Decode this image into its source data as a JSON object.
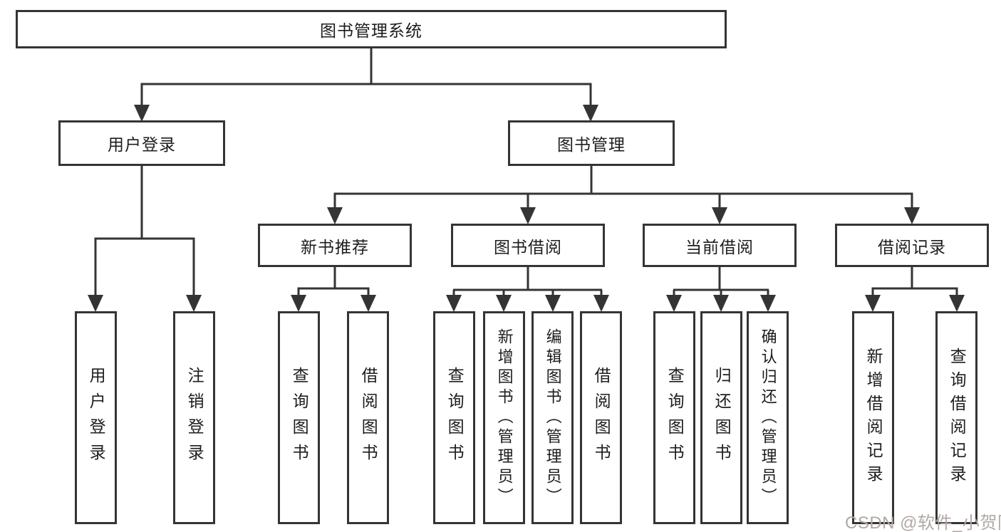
{
  "diagram_title": "图书管理系统",
  "tree": {
    "label": "图书管理系统",
    "children": [
      {
        "label": "用户登录",
        "children": [
          {
            "label": "用户登录"
          },
          {
            "label": "注销登录"
          }
        ]
      },
      {
        "label": "图书管理",
        "children": [
          {
            "label": "新书推荐",
            "children": [
              {
                "label": "查询图书"
              },
              {
                "label": "借阅图书"
              }
            ]
          },
          {
            "label": "图书借阅",
            "children": [
              {
                "label": "查询图书"
              },
              {
                "label": "新增图书（管理员）"
              },
              {
                "label": "编辑图书（管理员）"
              },
              {
                "label": "借阅图书"
              }
            ]
          },
          {
            "label": "当前借阅",
            "children": [
              {
                "label": "查询图书"
              },
              {
                "label": "归还图书"
              },
              {
                "label": "确认归还（管理员）"
              }
            ]
          },
          {
            "label": "借阅记录",
            "children": [
              {
                "label": "新增借阅记录"
              },
              {
                "label": "查询借阅记录"
              }
            ]
          }
        ]
      }
    ]
  },
  "watermark": {
    "text": "CSDN @软件_小贺同学"
  },
  "colors": {
    "line": "#343434",
    "box_border": "#343434",
    "text": "#1d1d1d",
    "background": "#ffffff",
    "watermark": "#b2a8a6"
  }
}
